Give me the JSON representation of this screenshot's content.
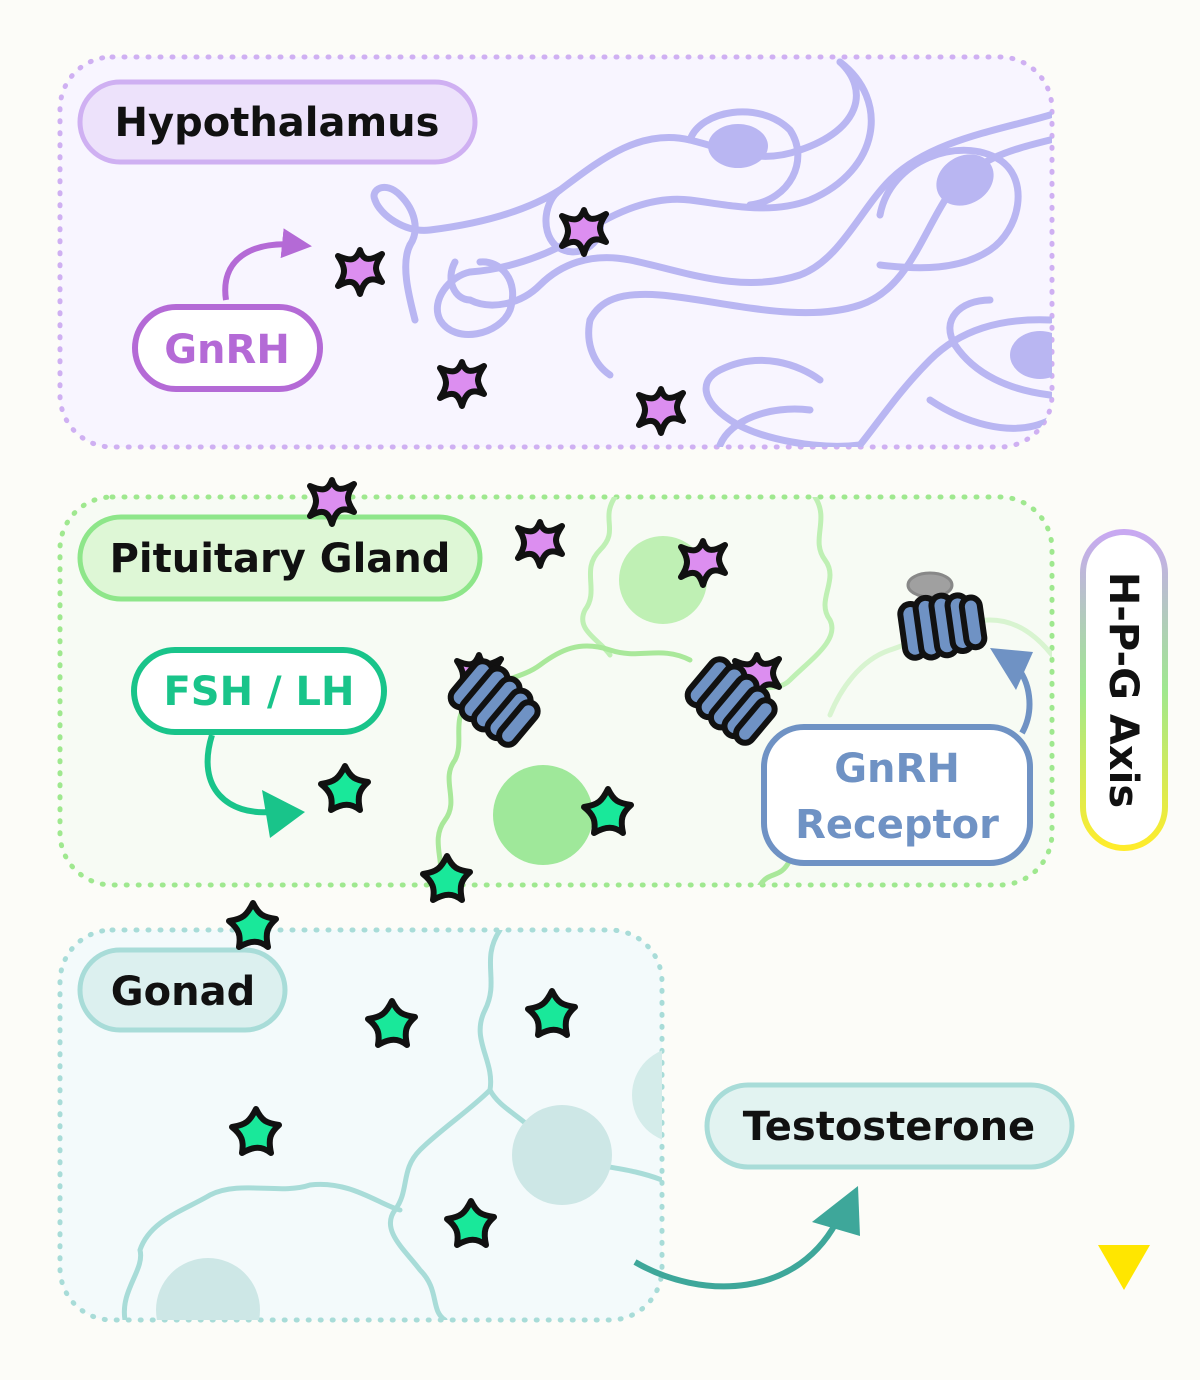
{
  "regions": {
    "hypothalamus": {
      "label": "Hypothalamus"
    },
    "pituitary": {
      "label": "Pituitary Gland"
    },
    "gonad": {
      "label": "Gonad"
    }
  },
  "hormones": {
    "gnrh": {
      "label": "GnRH"
    },
    "fsh_lh": {
      "label": "FSH / LH"
    },
    "testosterone": {
      "label": "Testosterone"
    }
  },
  "receptor": {
    "line1": "GnRH",
    "line2": "Receptor"
  },
  "axis": {
    "label": "H-P-G Axis"
  },
  "colors": {
    "hypothalamus": "#c9a8f0",
    "gnrh": "#b46ad6",
    "pituitary": "#8ee68a",
    "fsh_lh": "#19c48a",
    "gonad": "#a8dcd8",
    "receptor": "#6f92c4",
    "testosterone_arrow": "#3ea79a",
    "neuron": "#b9b6f2"
  },
  "icons": {
    "gnrh_molecule": "purple-diamond-icon",
    "fsh_lh_molecule": "green-star-icon",
    "receptor": "receptor-barrel-icon"
  }
}
